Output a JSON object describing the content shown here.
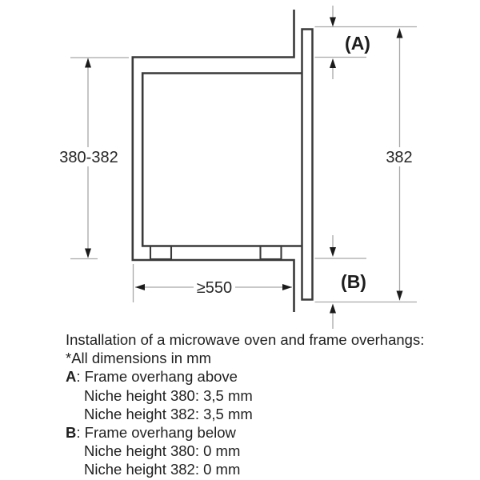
{
  "diagram": {
    "labels": {
      "niche_height": "380-382",
      "frame_height": "382",
      "depth": "≥550",
      "overhang_above": "(A)",
      "overhang_below": "(B)"
    }
  },
  "caption": {
    "lines": [
      {
        "prefix": "",
        "text": "Installation of a microwave oven and frame overhangs:"
      },
      {
        "prefix": "",
        "text": "*All dimensions in mm"
      },
      {
        "prefix": "A",
        "text": ": Frame overhang above"
      },
      {
        "prefix": "",
        "text": "Niche height 380: 3,5 mm"
      },
      {
        "prefix": "",
        "text": "Niche height 382: 3,5 mm"
      },
      {
        "prefix": "B",
        "text": ": Frame overhang below"
      },
      {
        "prefix": "",
        "text": "Niche height 380: 0 mm"
      },
      {
        "prefix": "",
        "text": "Niche height 382: 0 mm"
      }
    ]
  },
  "colors": {
    "background": "#ffffff",
    "drawing_line": "#3a3a3a",
    "dimension_line": "#a8a8a8",
    "arrow": "#1b1b1b",
    "text": "#1f1f1f"
  }
}
